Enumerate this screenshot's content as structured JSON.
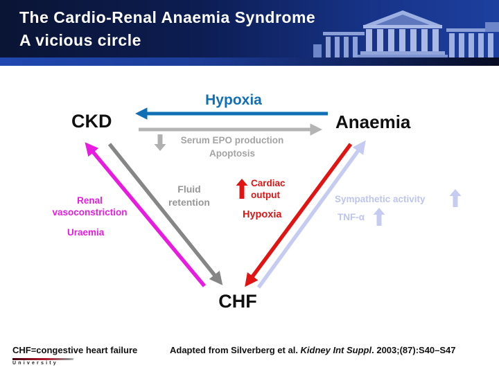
{
  "header": {
    "title_line1": "The Cardio-Renal Anaemia Syndrome",
    "title_line2": "A vicious circle"
  },
  "diagram": {
    "top_arrow_label": "Hypoxia",
    "left_node": "CKD",
    "right_node": "Anaemia",
    "bottom_node": "CHF",
    "epo": {
      "line1": "Serum EPO production",
      "line2": "Apoptosis"
    },
    "fluid": {
      "line1": "Fluid",
      "line2": "retention"
    },
    "renal": {
      "line1": "Renal",
      "line2": "vasoconstriction"
    },
    "uraemia": "Uraemia",
    "cardiac": {
      "line1": "Cardiac",
      "line2": "output"
    },
    "hypoxia_lower": "Hypoxia",
    "sympathetic": "Sympathetic activity",
    "tnf": "TNF-α"
  },
  "footer": {
    "abbreviation": "CHF=congestive heart failure",
    "citation_prefix": "Adapted from Silverberg et al. ",
    "citation_journal": "Kidney Int Suppl",
    "citation_suffix": ". 2003;(87):S40–S47",
    "logo_text": "University"
  },
  "colors": {
    "hypoxia_blue": "#1170b5",
    "gray_horizontal_arrow": "#b4b4b4",
    "gray_diagonal_arrow": "#868686",
    "gray_text": "#a3a3a3",
    "magenta": "#e81ce0",
    "red": "#e11414",
    "lavender": "#c5cbf1",
    "header_navy": "#0a1434",
    "header_blue": "#1d3f9e"
  }
}
